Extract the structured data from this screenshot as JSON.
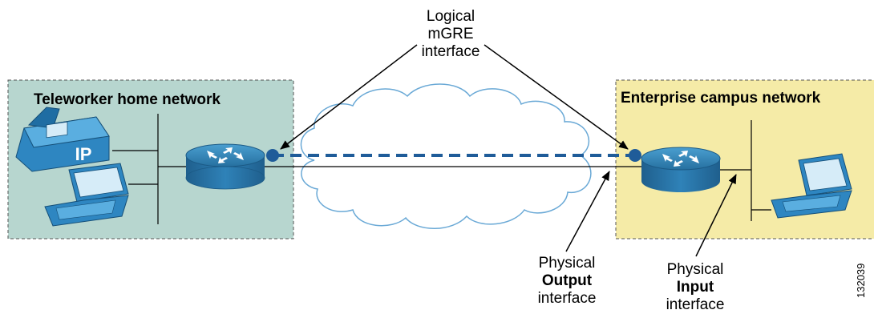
{
  "zones": {
    "home": {
      "title": "Teleworker home network",
      "fill": "#b7d6cf"
    },
    "campus": {
      "title": "Enterprise campus network",
      "fill": "#f5eba7"
    }
  },
  "labels": {
    "logical": [
      "Logical",
      "mGRE",
      "interface"
    ],
    "phys_output": [
      "Physical",
      "Output",
      "interface"
    ],
    "phys_input": [
      "Physical",
      "Input",
      "interface"
    ]
  },
  "figure_id": "132039",
  "colors": {
    "router": "#2d7ba6",
    "tunnel": "#1f5c99",
    "device": "#2e86c1",
    "cloud_stroke": "#6aa9d6"
  },
  "icons": {
    "phone": "ip-phone-icon",
    "laptop": "laptop-icon",
    "router": "router-icon",
    "cloud": "cloud-icon"
  },
  "phone_badge": "IP"
}
